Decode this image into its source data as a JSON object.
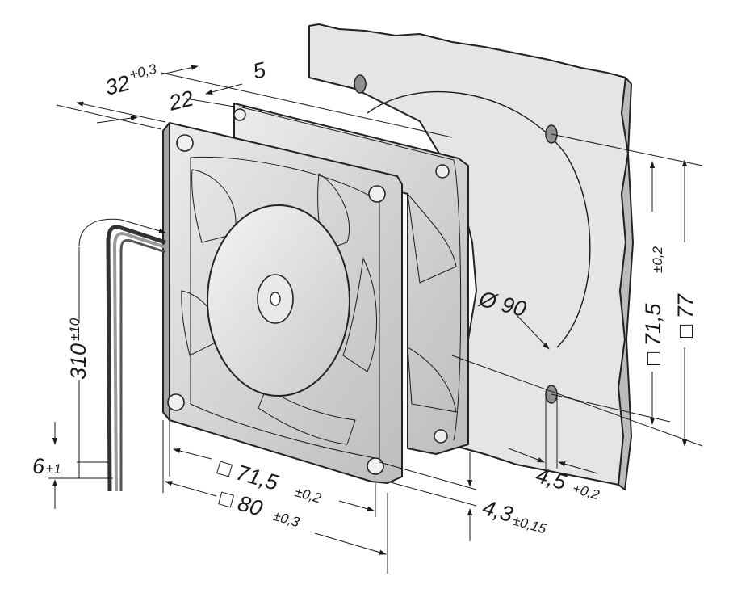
{
  "dimensions": {
    "depth_total": {
      "value": "32",
      "tol": "+0,3"
    },
    "depth_body": {
      "value": "22"
    },
    "depth_flange": {
      "value": "5"
    },
    "cable_length": {
      "value": "310",
      "tol": "±10"
    },
    "strip_length": {
      "value": "6",
      "tol": "±1"
    },
    "hole_pitch_front": {
      "value": "□ 71,5",
      "tol": "±0,2"
    },
    "frame_size": {
      "value": "□ 80",
      "tol": "±0,3"
    },
    "flange_thickness": {
      "value": "4,3",
      "tol": "±0,15"
    },
    "hole_diameter": {
      "value": "4,5",
      "tol": "+0,2"
    },
    "cutout_diameter": {
      "value": "Ø 90"
    },
    "panel_hole_pitch": {
      "value": "□ 71,5",
      "tol": "±0,2"
    },
    "panel_size": {
      "value": "□ 77"
    }
  },
  "colors": {
    "frame": "#d4d4d4",
    "frame_dark": "#a9a9a9",
    "panel": "#e3e3e3",
    "blade": "#c9c9c9",
    "hub": "#e6e6e6",
    "ink": "#1a1a1a"
  }
}
